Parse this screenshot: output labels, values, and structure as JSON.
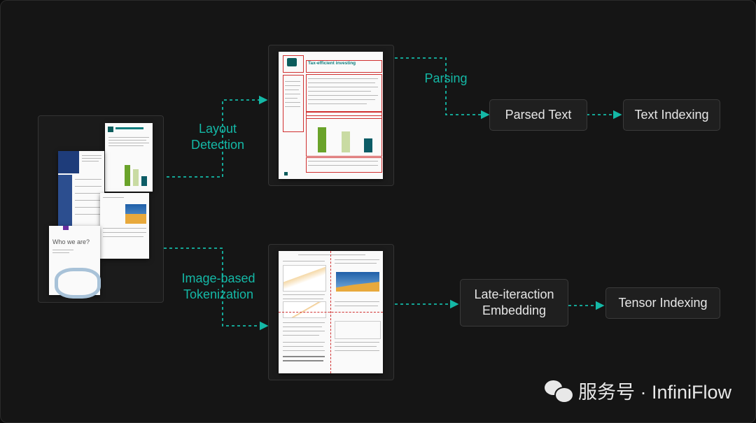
{
  "labels": {
    "layout_detection": "Layout\nDetection",
    "parsing": "Parsing",
    "image_tokenization": "Image-based\nTokenization"
  },
  "nodes": {
    "parsed_text": "Parsed Text",
    "text_indexing": "Text Indexing",
    "late_interaction": "Late-iteraction\nEmbedding",
    "tensor_indexing": "Tensor Indexing"
  },
  "documents": {
    "doc_heading": "Tax-efficient investing",
    "who_we_are": "Who we are?"
  },
  "watermark": "服务号 · InfiniFlow",
  "colors": {
    "accent": "#14b8a6",
    "highlight": "#d03030",
    "background": "#151515"
  }
}
